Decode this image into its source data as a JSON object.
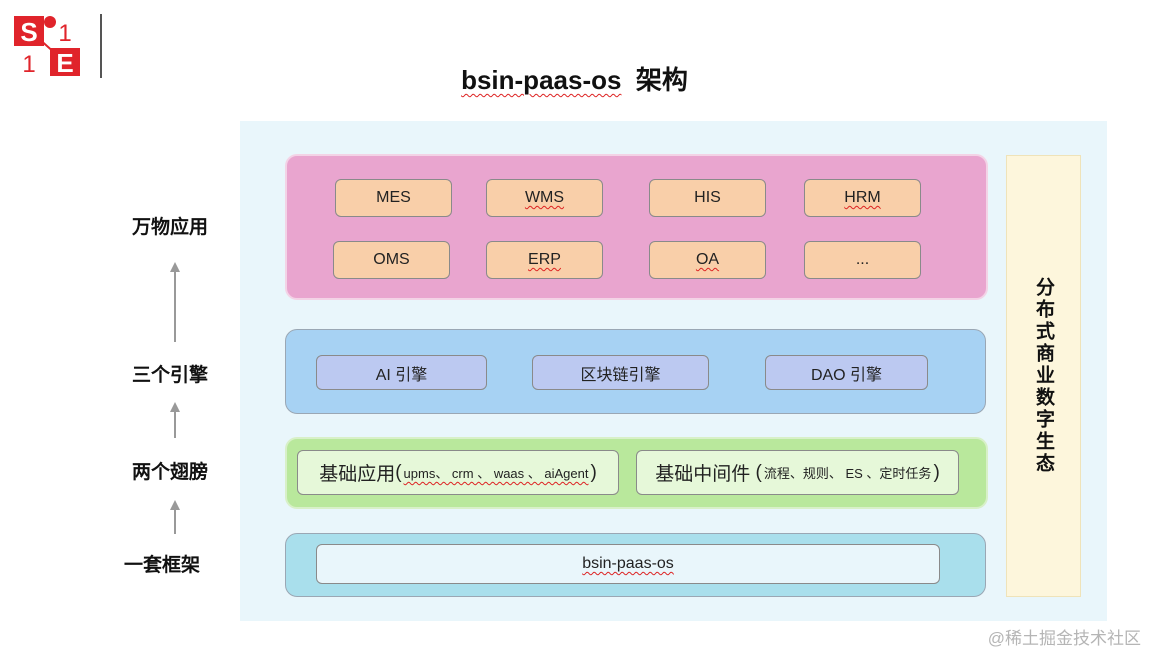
{
  "logo": {
    "letters": [
      "S",
      "1",
      "1",
      "E"
    ],
    "color": "#e0242b"
  },
  "title": {
    "main": "bsin-paas-os",
    "suffix": "架构"
  },
  "left_labels": {
    "apps": "万物应用",
    "engines": "三个引擎",
    "wings": "两个翅膀",
    "frame": "一套框架"
  },
  "apps": [
    "MES",
    "WMS",
    "HIS",
    "HRM",
    "OMS",
    "ERP",
    "OA",
    "..."
  ],
  "engines": [
    "AI 引擎",
    "区块链引擎",
    "DAO 引擎"
  ],
  "wings": {
    "left": {
      "name": "基础应用",
      "detail": "upms、 crm 、 waas 、 aiAgent"
    },
    "right": {
      "name": "基础中间件",
      "detail": "流程、规则、 ES 、定时任务"
    }
  },
  "frame": {
    "label": "bsin-paas-os"
  },
  "side": {
    "label": "分布式商业数字生态"
  },
  "watermark": "@稀土掘金技术社区",
  "colors": {
    "apps_layer": "#e9a5cf",
    "app_box": "#f9cfa9",
    "engines_layer": "#a7d2f3",
    "engine_box": "#bcc9f1",
    "wings_layer": "#b9e89c",
    "wing_box": "#e6f8d9",
    "frame_layer": "#a9dfec",
    "side_bar": "#fdf6dc"
  }
}
